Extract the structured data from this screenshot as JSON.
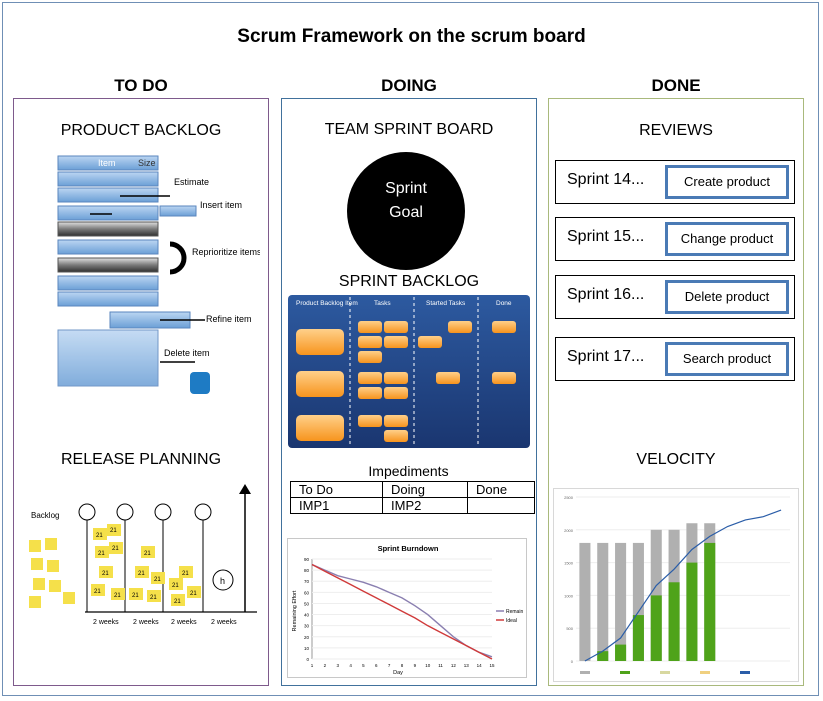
{
  "title": "Scrum Framework on the scrum board",
  "columns": {
    "todo": {
      "heading": "TO DO",
      "product_backlog": {
        "title": "PRODUCT BACKLOG",
        "table_headers": [
          "Item",
          "Size"
        ],
        "labels": {
          "estimate": "Estimate",
          "insert": "Insert item",
          "reprioritize": "Reprioritize items",
          "refine": "Refine item",
          "delete": "Delete item"
        }
      },
      "release_planning": {
        "title": "RELEASE PLANNING",
        "backlog_label": "Backlog",
        "sticky_value": "21",
        "sprint_labels": [
          "2 weeks",
          "2 weeks",
          "2 weeks",
          "2 weeks"
        ],
        "axis_label": "h"
      }
    },
    "doing": {
      "heading": "DOING",
      "team_board_title": "TEAM SPRINT BOARD",
      "sprint_goal": {
        "line1": "Sprint",
        "line2": "Goal"
      },
      "sprint_backlog": {
        "title": "SPRINT BACKLOG",
        "headers": [
          "Product Backlog Item",
          "Tasks",
          "Started Tasks",
          "Done"
        ]
      },
      "impediments": {
        "caption": "Impediments",
        "headers": [
          "To Do",
          "Doing",
          "Done"
        ],
        "rows": [
          [
            "IMP1",
            "IMP2",
            ""
          ]
        ]
      },
      "burndown": {
        "title": "Sprint Burndown",
        "xlabel": "Day",
        "ylabel": "Remaining Effort",
        "legend": [
          "Remain",
          "Ideal"
        ]
      }
    },
    "done": {
      "heading": "DONE",
      "reviews_title": "REVIEWS",
      "reviews": [
        {
          "sprint": "Sprint 14...",
          "action": "Create product"
        },
        {
          "sprint": "Sprint 15...",
          "action": "Change product"
        },
        {
          "sprint": "Sprint 16...",
          "action": "Delete product"
        },
        {
          "sprint": "Sprint 17...",
          "action": "Search product"
        }
      ],
      "velocity_title": "VELOCITY"
    }
  },
  "colors": {
    "accent_blue": "#4a7ab5",
    "burndown_remain": "#8a7fb0",
    "burndown_ideal": "#d03a3a",
    "velocity_green": "#4fa31a",
    "velocity_gray": "#b0b0b0",
    "velocity_line": "#2a5da8",
    "sticky": "#f5e04a",
    "task_orange": "#f7941d"
  },
  "chart_data": [
    {
      "type": "line",
      "title": "Sprint Burndown",
      "xlabel": "Day",
      "ylabel": "Remaining Effort",
      "x": [
        1,
        2,
        3,
        4,
        5,
        6,
        7,
        8,
        9,
        10,
        11,
        12,
        13,
        14,
        15
      ],
      "xlim": [
        1,
        15
      ],
      "ylim": [
        0,
        90
      ],
      "yticks": [
        0,
        10,
        20,
        30,
        40,
        50,
        60,
        70,
        80,
        90
      ],
      "series": [
        {
          "name": "Remain",
          "values": [
            85,
            80,
            75,
            72,
            69,
            65,
            60,
            55,
            48,
            40,
            30,
            20,
            12,
            6,
            2
          ]
        },
        {
          "name": "Ideal",
          "values": [
            85,
            79,
            73,
            67,
            61,
            55,
            49,
            43,
            37,
            30,
            24,
            18,
            12,
            6,
            0
          ]
        }
      ]
    },
    {
      "type": "bar",
      "title": "",
      "ylim": [
        0,
        2500
      ],
      "yticks": [
        0,
        500,
        1000,
        1500,
        2000,
        2500
      ],
      "series": [
        {
          "values": [
            1800,
            1800,
            1800,
            1800,
            2000,
            2000,
            2100,
            2100
          ]
        },
        {
          "values": [
            0,
            150,
            250,
            700,
            1000,
            1200,
            1500,
            1800
          ]
        },
        {
          "values": [
            0,
            150,
            350,
            750,
            1150,
            1400,
            1700,
            1900,
            2050,
            2150,
            2200,
            2300
          ]
        }
      ]
    }
  ]
}
